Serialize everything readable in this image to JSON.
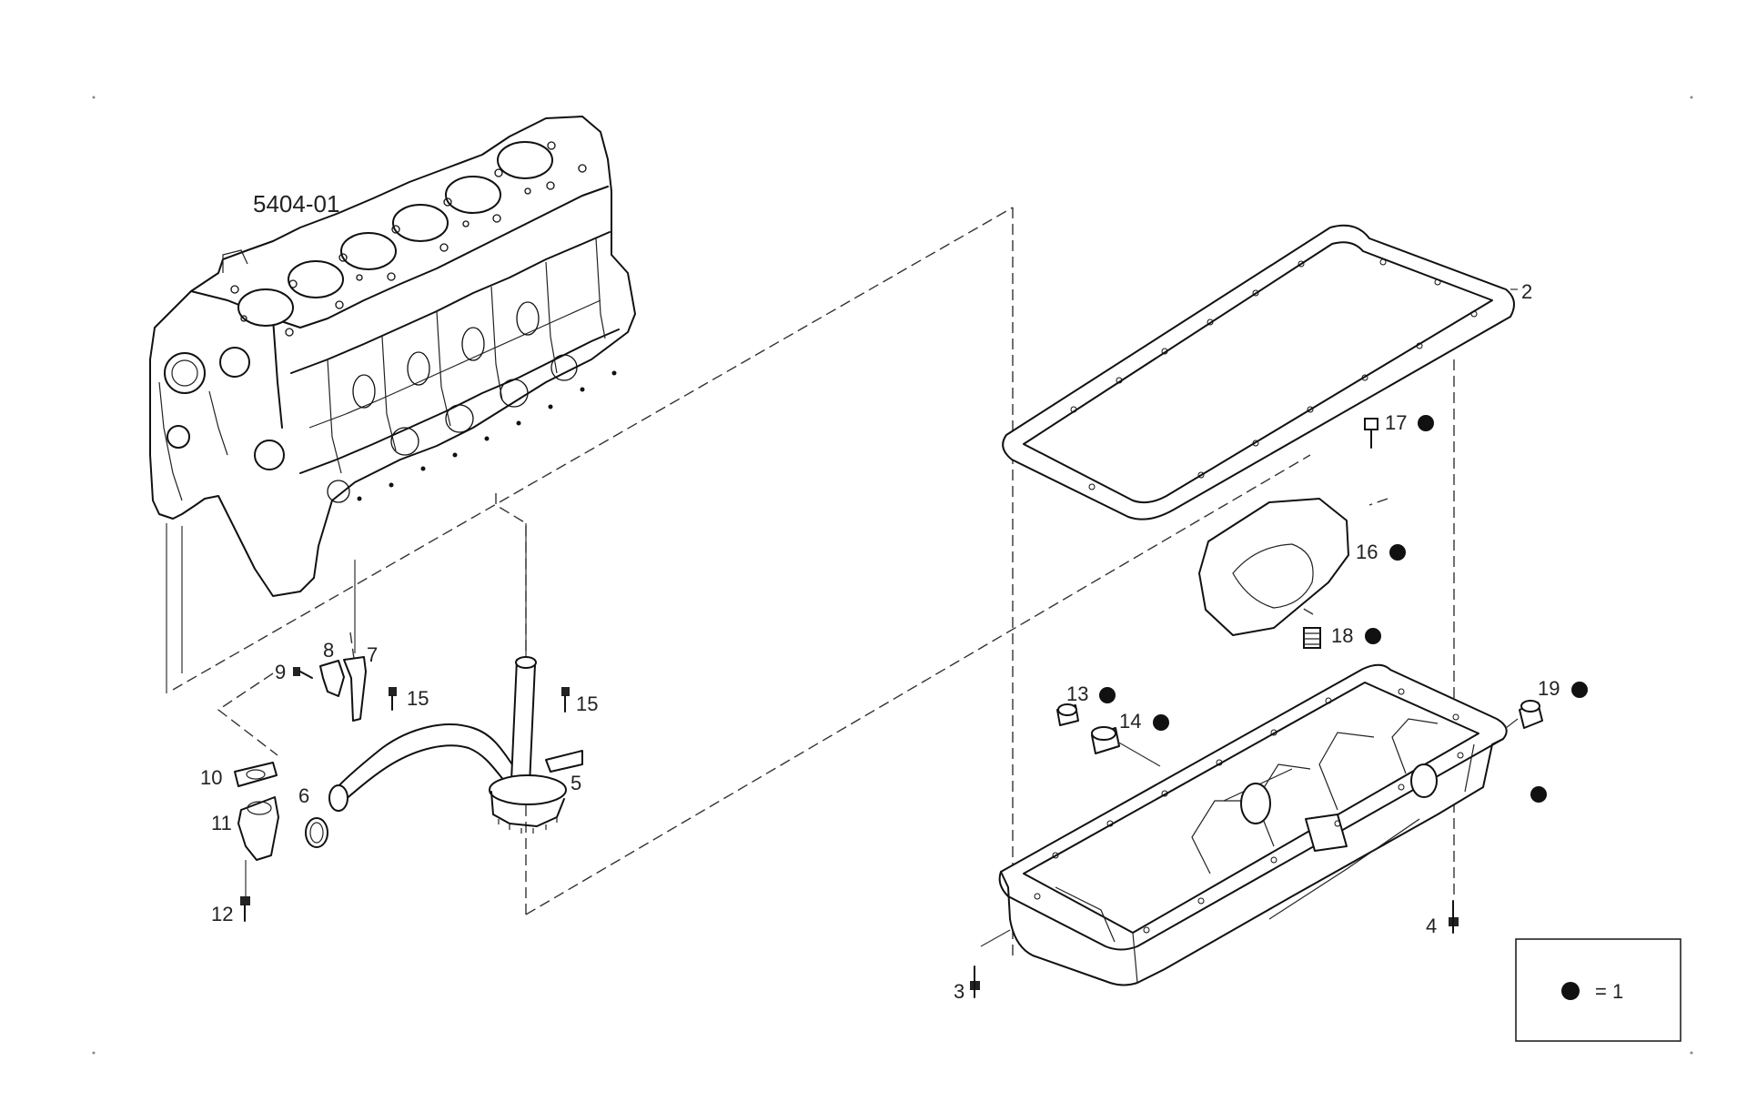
{
  "diagram": {
    "reference_label": "5404-01",
    "callouts": [
      {
        "id": "c1",
        "text": "2",
        "dot": false
      },
      {
        "id": "c2",
        "text": "3",
        "dot": false
      },
      {
        "id": "c3",
        "text": "4",
        "dot": false
      },
      {
        "id": "c4",
        "text": "5",
        "dot": false
      },
      {
        "id": "c5",
        "text": "6",
        "dot": false
      },
      {
        "id": "c6",
        "text": "7",
        "dot": false
      },
      {
        "id": "c7",
        "text": "8",
        "dot": false
      },
      {
        "id": "c8",
        "text": "9",
        "dot": false
      },
      {
        "id": "c9",
        "text": "10",
        "dot": false
      },
      {
        "id": "c10",
        "text": "11",
        "dot": false
      },
      {
        "id": "c11",
        "text": "12",
        "dot": false
      },
      {
        "id": "c12",
        "text": "13",
        "dot": true
      },
      {
        "id": "c13",
        "text": "14",
        "dot": true
      },
      {
        "id": "c14",
        "text": "15",
        "dot": false
      },
      {
        "id": "c15",
        "text": "15",
        "dot": false
      },
      {
        "id": "c16",
        "text": "16",
        "dot": true
      },
      {
        "id": "c17",
        "text": "17",
        "dot": true
      },
      {
        "id": "c18",
        "text": "18",
        "dot": true
      },
      {
        "id": "c19",
        "text": "19",
        "dot": true
      }
    ],
    "legend": {
      "symbol": "dot-icon",
      "text": "= 1"
    }
  }
}
